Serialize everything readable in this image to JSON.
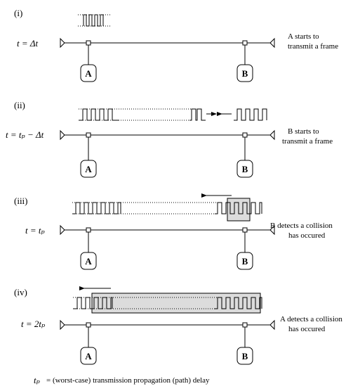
{
  "stages": [
    {
      "id": "i",
      "index_label": "(i)",
      "time_label": "t = Δt",
      "description": [
        "A starts to",
        "transmit a frame"
      ],
      "node_a": "A",
      "node_b": "B"
    },
    {
      "id": "ii",
      "index_label": "(ii)",
      "time_label": "t = tₚ − Δt",
      "description": [
        "B starts to",
        "transmit a frame"
      ],
      "node_a": "A",
      "node_b": "B"
    },
    {
      "id": "iii",
      "index_label": "(iii)",
      "time_label": "t = tₚ",
      "description": [
        "B detects a collision",
        "has occured"
      ],
      "node_a": "A",
      "node_b": "B"
    },
    {
      "id": "iv",
      "index_label": "(iv)",
      "time_label": "t = 2tₚ",
      "description": [
        "A detects a collision",
        "has occured"
      ],
      "node_a": "A",
      "node_b": "B"
    }
  ],
  "footnote": {
    "symbol": "tₚ",
    "text": "= (worst-case) transmission propagation (path) delay"
  }
}
